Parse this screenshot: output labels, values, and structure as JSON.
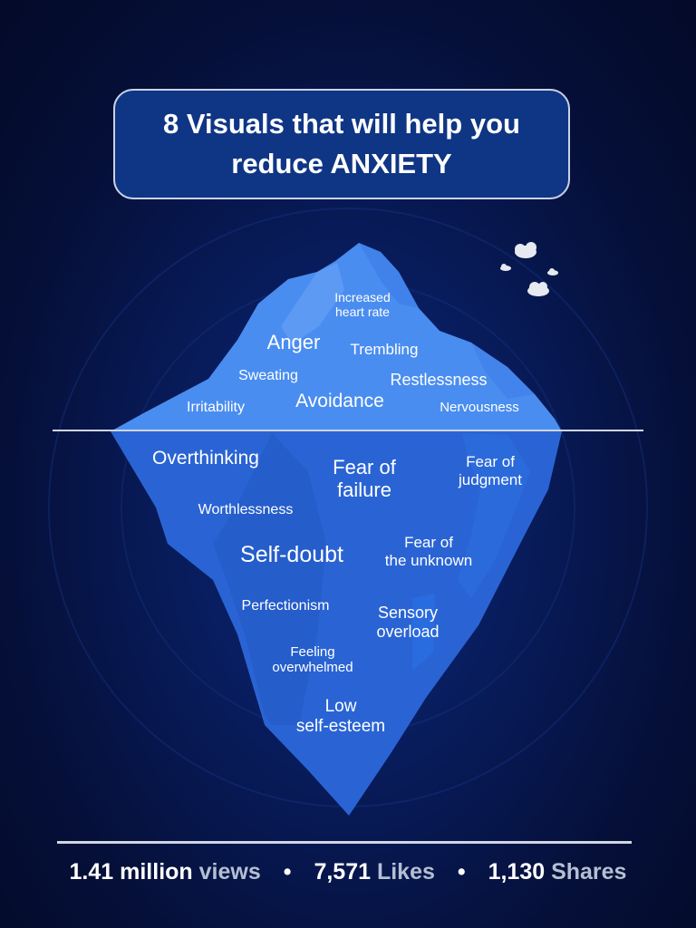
{
  "title": "8 Visuals that will help you reduce ANXIETY",
  "colors": {
    "background": "#061447",
    "iceberg_top": "#4a8df0",
    "iceberg_bottom": "#2a64d4",
    "waterline": "#cfd6e4",
    "cloud": "#e6e9ef"
  },
  "icons": [
    "cloud-icon"
  ],
  "above_water": [
    {
      "text": "Increased\nheart rate",
      "size": "small"
    },
    {
      "text": "Anger",
      "size": "large"
    },
    {
      "text": "Trembling",
      "size": "medium"
    },
    {
      "text": "Sweating",
      "size": "small"
    },
    {
      "text": "Restlessness",
      "size": "medium"
    },
    {
      "text": "Irritability",
      "size": "small"
    },
    {
      "text": "Avoidance",
      "size": "large"
    },
    {
      "text": "Nervousness",
      "size": "small"
    }
  ],
  "below_water": [
    {
      "text": "Overthinking",
      "size": "large"
    },
    {
      "text": "Fear of\nfailure",
      "size": "xlarge"
    },
    {
      "text": "Fear of\njudgment",
      "size": "medium"
    },
    {
      "text": "Worthlessness",
      "size": "small"
    },
    {
      "text": "Self-doubt",
      "size": "xlarge"
    },
    {
      "text": "Fear of\nthe unknown",
      "size": "medium"
    },
    {
      "text": "Perfectionism",
      "size": "small"
    },
    {
      "text": "Sensory\noverload",
      "size": "medium"
    },
    {
      "text": "Feeling\noverwhelmed",
      "size": "small"
    },
    {
      "text": "Low\nself-esteem",
      "size": "large"
    }
  ],
  "stats": {
    "views_num": "1.41 million",
    "views_label": "views",
    "likes_num": "7,571",
    "likes_label": "Likes",
    "shares_num": "1,130",
    "shares_label": "Shares",
    "separator": "•"
  }
}
